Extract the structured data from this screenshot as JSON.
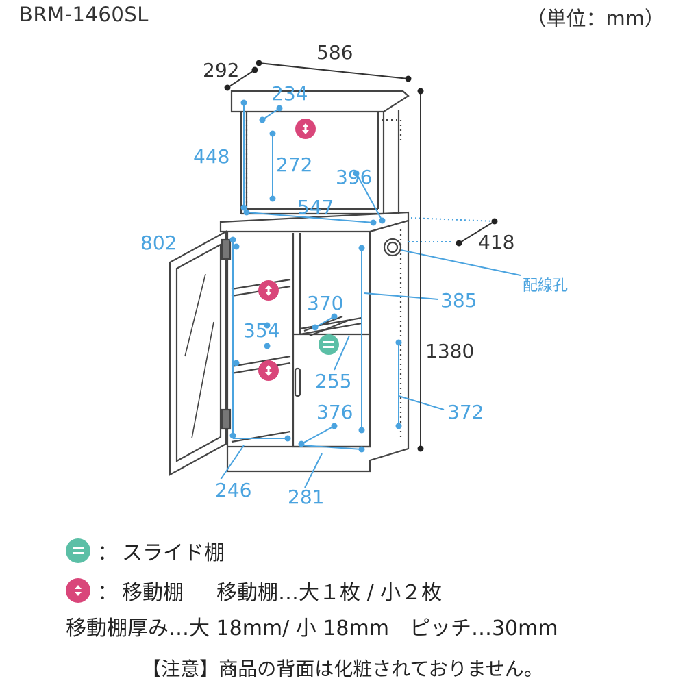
{
  "header": {
    "model": "BRM-1460SL",
    "unit": "（単位：mm）"
  },
  "dimensions": {
    "depth_top": "292",
    "width_top": "586",
    "inner_width_top": "234",
    "upper_height": "448",
    "upper_inner_height": "272",
    "upper_depth": "396",
    "upper_inner_width": "547",
    "lower_depth": "418",
    "door_height": "802",
    "cord_hole_label": "配線孔",
    "shelf_depth_a": "370",
    "right_height": "385",
    "shelf_depth_b": "354",
    "total_height": "1380",
    "slide_height": "255",
    "right_lower_height": "372",
    "slide_depth": "376",
    "left_width": "246",
    "right_width": "281"
  },
  "legend": {
    "slide": {
      "sep": "：",
      "label": "スライド棚",
      "color": "#5bbfa6"
    },
    "movable": {
      "sep": "：",
      "label": "移動棚",
      "detail": "移動棚…大１枚 / 小２枚",
      "color": "#d9467a"
    },
    "thickness": "移動棚厚み…大 18mm/ 小 18mm　ピッチ…30mm",
    "note": "【注意】商品の背面は化粧されておりません。"
  },
  "colors": {
    "dimension": "#4aa3df",
    "outline": "#444444"
  }
}
